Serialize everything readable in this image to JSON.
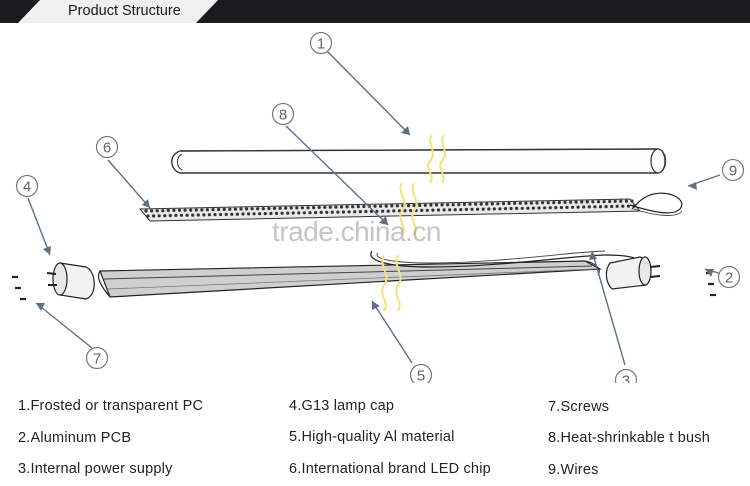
{
  "header": {
    "title": "Product Structure"
  },
  "watermark": "trade.china.cn",
  "callout_numbers": [
    "1",
    "2",
    "3",
    "4",
    "5",
    "6",
    "7",
    "8",
    "9"
  ],
  "legend": [
    "1.Frosted or transparent PC",
    "2.Aluminum PCB",
    "3.Internal power supply",
    "4.G13 lamp cap",
    "5.High-quality Al material",
    "6.International brand LED chip",
    "7.Screws",
    "8.Heat-shrinkable t bush",
    "9.Wires"
  ],
  "colors": {
    "header_bar": "#1b1b1f",
    "header_tab": "#f0f0f0",
    "callout_line": "#5f6f82",
    "break_mark": "#f4e27a",
    "callout_circle": "#777777"
  }
}
